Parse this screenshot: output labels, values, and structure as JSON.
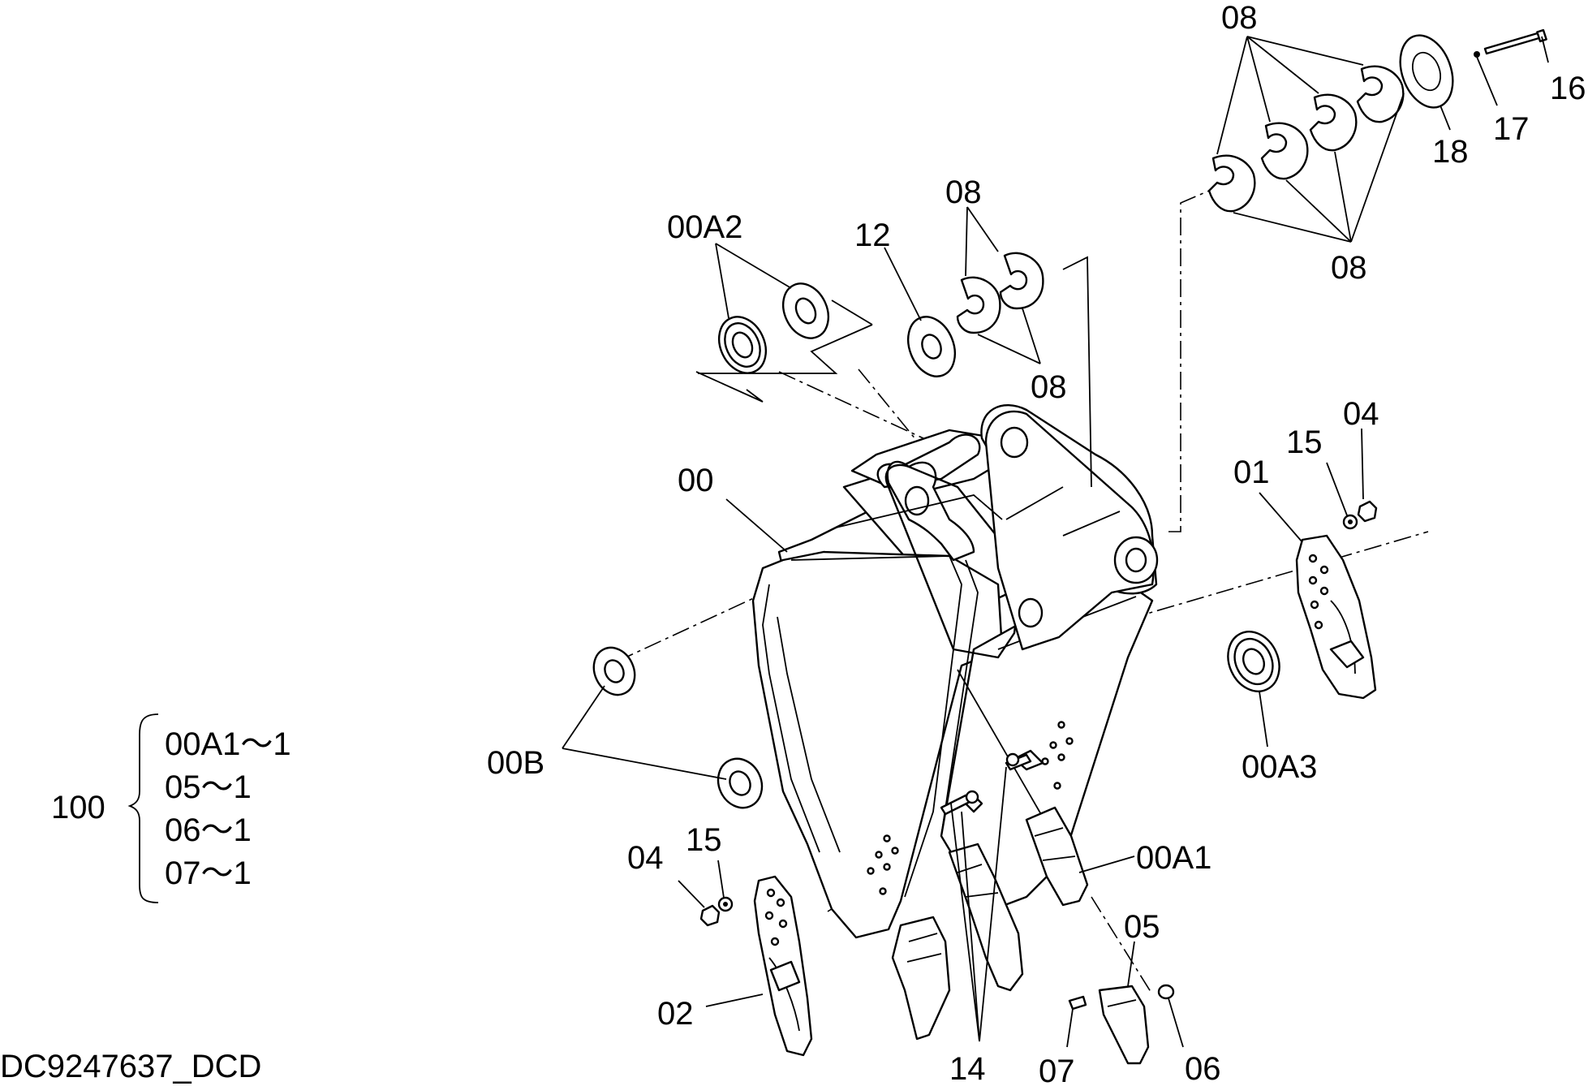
{
  "labels": {
    "l08_top": "08",
    "l16": "16",
    "l17": "17",
    "l18": "18",
    "l08_right": "08",
    "l08_mid": "08",
    "l08_mid_low": "08",
    "l00A2": "00A2",
    "l12": "12",
    "l04_right": "04",
    "l15_right": "15",
    "l01": "01",
    "l00": "00",
    "l00A3": "00A3",
    "l00B": "00B",
    "l04_left": "04",
    "l15_left": "15",
    "l00A1": "00A1",
    "l05": "05",
    "l02": "02",
    "l14": "14",
    "l07": "07",
    "l06": "06"
  },
  "kit": {
    "number": "100",
    "items": [
      "00A1〜1",
      "05〜1",
      "06〜1",
      "07〜1"
    ]
  },
  "drawing_id": "DC9247637_DCD"
}
